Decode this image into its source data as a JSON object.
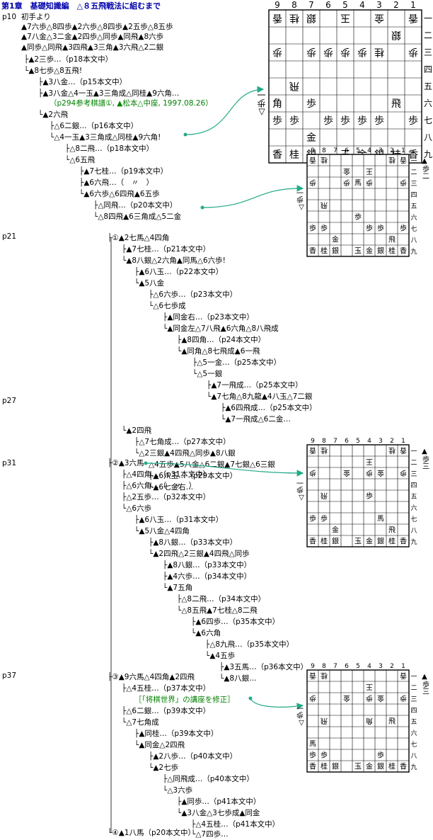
{
  "title": "第1章　基礎知識編　△８五飛戦法に組むまで",
  "page_markers": [
    {
      "text": "p10"
    },
    {
      "text": "p21"
    },
    {
      "text": "p27"
    },
    {
      "text": "p31"
    },
    {
      "text": "p37"
    }
  ],
  "tree_lines": [
    {
      "text": "初手より"
    },
    {
      "text": "▲7六歩△8四歩▲2六歩△8四歩▲2五歩△8五歩"
    },
    {
      "text": "▲7八金△3二金▲2四歩△同歩▲同飛▲8六歩"
    },
    {
      "text": "▲同歩△同飛▲3四飛▲3三角▲3六飛△2二銀"
    },
    {
      "text": "├▲2三歩…（p18本文中）"
    },
    {
      "text": "└▲8七歩△8五飛!"
    },
    {
      "text": "├▲3八金…（p15本文中）"
    },
    {
      "text": "├▲3八金△4一玉▲3三角成△同桂▲9六角…"
    },
    {
      "text": "（p294参考棋譜①, ▲松本△中座, 1997.08.26）"
    },
    {
      "text": "└▲2六飛"
    },
    {
      "text": "├△6二銀…（p16本文中）"
    },
    {
      "text": "└△4一玉▲3三角成△同桂▲9六角!"
    },
    {
      "text": "├△8二飛…（p18本文中）"
    },
    {
      "text": "└△6五飛"
    },
    {
      "text": "├▲7七桂…（p19本文中）"
    },
    {
      "text": "├▲6六飛…（　〃　）"
    },
    {
      "text": "└▲6六歩△6四飛▲6五歩"
    },
    {
      "text": "├△同飛…（p20本文中）"
    },
    {
      "text": "└△8四飛▲6三角成△5二金"
    },
    {
      "text": "├①▲2七馬△4四角"
    },
    {
      "text": "├▲7七桂…（p21本文中）"
    },
    {
      "text": "└▲8八銀△2六角▲同馬△6六歩!"
    },
    {
      "text": "├▲6八玉…（p22本文中）"
    },
    {
      "text": "└▲5八金"
    },
    {
      "text": "├△6六歩…（p23本文中）"
    },
    {
      "text": "└△6七歩成"
    },
    {
      "text": "├▲同金右…（p23本文中）"
    },
    {
      "text": "└▲同金左△7八飛▲6六角△8八飛成"
    },
    {
      "text": "├▲8四角…（p24本文中）"
    },
    {
      "text": "└▲同角△8七飛成▲6一飛"
    },
    {
      "text": "├△5一金…（p25本文中）"
    },
    {
      "text": "└△5一銀"
    },
    {
      "text": "├▲7一飛成…（p25本文中）"
    },
    {
      "text": "└▲7七角△8九龍▲4八玉△7二銀"
    },
    {
      "text": "├▲6四飛成…（p25本文中）"
    },
    {
      "text": "└▲7一飛成△6二金…"
    },
    {
      "text": "└▲2四飛"
    },
    {
      "text": "├△7七角成…（p27本文中）"
    },
    {
      "text": "└△2三銀▲4四飛△同歩▲8八銀"
    },
    {
      "text": "△4五歩▲5八金△6二銀▲7七銀△6三銀"
    },
    {
      "text": "├▲6八玉…（p29本文中）"
    },
    {
      "text": "└▲6七金右…"
    },
    {
      "text": "├②▲3六馬"
    },
    {
      "text": "├△4四角…（p31本文中）"
    },
    {
      "text": "├△6六角…（　〃　）"
    },
    {
      "text": "├△2五歩…（p32本文中）"
    },
    {
      "text": "└△6六歩"
    },
    {
      "text": "├▲6八玉…（p31本文中）"
    },
    {
      "text": "└▲5八金△4四角"
    },
    {
      "text": "├▲8八銀…（p33本文中）"
    },
    {
      "text": "└▲2四飛△2三銀▲4四飛△同歩"
    },
    {
      "text": "├▲8八銀…（p33本文中）"
    },
    {
      "text": "├▲4六歩…（p34本文中）"
    },
    {
      "text": "└▲7五角"
    },
    {
      "text": "├△8二飛…（p34本文中）"
    },
    {
      "text": "└△8五飛▲7七桂△8二飛"
    },
    {
      "text": "├▲6四歩…（p35本文中）"
    },
    {
      "text": "└▲6六角"
    },
    {
      "text": "├△8九飛…（p35本文中）"
    },
    {
      "text": "└▲4五歩"
    },
    {
      "text": "├▲3五馬…（p36本文中）"
    },
    {
      "text": "└▲8八銀…"
    },
    {
      "text": "├③▲9六馬△4四角▲2四飛"
    },
    {
      "text": "├△4五桂…（p37本文中）"
    },
    {
      "text": "［「将棋世界」の講座を修正］"
    },
    {
      "text": "├△6二銀…（p39本文中）"
    },
    {
      "text": "└△7七角成"
    },
    {
      "text": "├▲同桂…（p39本文中）"
    },
    {
      "text": "└▲同金△2四飛"
    },
    {
      "text": "├▲2八歩…（p40本文中）"
    },
    {
      "text": "└▲2七歩"
    },
    {
      "text": "├△同飛成…（p40本文中）"
    },
    {
      "text": "└△3六歩"
    },
    {
      "text": "├▲同歩…（p41本文中）"
    },
    {
      "text": "└▲3八金△3七歩成▲同金"
    },
    {
      "text": "├△4五桂…（p41本文中）"
    },
    {
      "text": "└△7四歩…"
    },
    {
      "text": "└④▲1八馬（p20本文中）"
    }
  ],
  "board_files": [
    "9",
    "8",
    "7",
    "6",
    "5",
    "4",
    "3",
    "2",
    "1"
  ],
  "board_ranks": [
    "一",
    "二",
    "三",
    "四",
    "五",
    "六",
    "七",
    "八",
    "九"
  ],
  "boards": [
    {
      "sente_hand": "▲歩二",
      "gote_hand": "△歩一",
      "cells": [
        [
          "香",
          "桂",
          "銀",
          "",
          "玉",
          "",
          "金",
          "",
          "香"
        ],
        [
          "",
          "",
          "",
          "",
          "",
          "",
          "",
          "銀",
          ""
        ],
        [
          "歩",
          "",
          "歩",
          "歩",
          "歩",
          "歩",
          "桂",
          "",
          "歩"
        ],
        [
          "",
          "",
          "",
          "",
          "",
          "",
          "",
          "",
          ""
        ],
        [
          "",
          "飛",
          "",
          "",
          "",
          "",
          "",
          "",
          ""
        ],
        [
          "角",
          "",
          "歩",
          "",
          "",
          "",
          "",
          "飛",
          ""
        ],
        [
          "歩",
          "歩",
          "",
          "歩",
          "歩",
          "歩",
          "歩",
          "",
          "歩"
        ],
        [
          "",
          "",
          "金",
          "",
          "",
          "",
          "",
          "",
          ""
        ],
        [
          "香",
          "桂",
          "銀",
          "",
          "玉",
          "金",
          "銀",
          "桂",
          "香"
        ]
      ],
      "gote": [
        [
          1,
          1,
          1,
          0,
          1,
          0,
          1,
          0,
          1
        ],
        [
          0,
          0,
          0,
          0,
          0,
          0,
          0,
          1,
          0
        ],
        [
          1,
          0,
          1,
          1,
          1,
          1,
          1,
          0,
          1
        ],
        [
          0,
          0,
          0,
          0,
          0,
          0,
          0,
          0,
          0
        ],
        [
          0,
          1,
          0,
          0,
          0,
          0,
          0,
          0,
          0
        ],
        [
          0,
          0,
          0,
          0,
          0,
          0,
          0,
          0,
          0
        ],
        [
          0,
          0,
          0,
          0,
          0,
          0,
          0,
          0,
          0
        ],
        [
          0,
          0,
          0,
          0,
          0,
          0,
          0,
          0,
          0
        ],
        [
          0,
          0,
          0,
          0,
          0,
          0,
          0,
          0,
          0
        ]
      ]
    },
    {
      "sente_hand": "▲歩二",
      "gote_hand": "△歩一",
      "cells": [
        [
          "香",
          "桂",
          "",
          "",
          "",
          "",
          "",
          "桂",
          "香"
        ],
        [
          "",
          "",
          "",
          "金",
          "",
          "王",
          "",
          "",
          ""
        ],
        [
          "歩",
          "",
          "",
          "歩",
          "馬",
          "歩",
          "",
          "",
          "歩"
        ],
        [
          "",
          "",
          "",
          "",
          "",
          "",
          "",
          "",
          ""
        ],
        [
          "",
          "飛",
          "",
          "",
          "",
          "",
          "",
          "",
          ""
        ],
        [
          "",
          "",
          "",
          "",
          "歩",
          "",
          "",
          "",
          ""
        ],
        [
          "歩",
          "歩",
          "",
          "",
          "",
          "歩",
          "歩",
          "",
          "歩"
        ],
        [
          "",
          "",
          "金",
          "",
          "",
          "",
          "",
          "飛",
          ""
        ],
        [
          "香",
          "桂",
          "銀",
          "",
          "玉",
          "金",
          "銀",
          "桂",
          "香"
        ]
      ],
      "gote": [
        [
          1,
          1,
          0,
          0,
          0,
          0,
          0,
          1,
          1
        ],
        [
          0,
          0,
          0,
          1,
          0,
          1,
          0,
          0,
          0
        ],
        [
          1,
          0,
          0,
          1,
          0,
          1,
          0,
          0,
          1
        ],
        [
          0,
          0,
          0,
          0,
          0,
          0,
          0,
          0,
          0
        ],
        [
          0,
          1,
          0,
          0,
          0,
          0,
          0,
          0,
          0
        ],
        [
          0,
          0,
          0,
          0,
          0,
          0,
          0,
          0,
          0
        ],
        [
          0,
          0,
          0,
          0,
          0,
          0,
          0,
          0,
          0
        ],
        [
          0,
          0,
          0,
          0,
          0,
          0,
          0,
          0,
          0
        ],
        [
          0,
          0,
          0,
          0,
          0,
          0,
          0,
          0,
          0
        ]
      ]
    },
    {
      "sente_hand": "▲歩三",
      "gote_hand": "△歩一",
      "cells": [
        [
          "香",
          "桂",
          "",
          "",
          "",
          "",
          "",
          "桂",
          "香"
        ],
        [
          "",
          "",
          "",
          "",
          "",
          "王",
          "",
          "",
          ""
        ],
        [
          "歩",
          "",
          "",
          "金",
          "",
          "歩",
          "金",
          "",
          "歩"
        ],
        [
          "",
          "",
          "",
          "",
          "",
          "",
          "",
          "",
          ""
        ],
        [
          "",
          "飛",
          "",
          "",
          "",
          "歩",
          "",
          "",
          ""
        ],
        [
          "",
          "",
          "",
          "",
          "",
          "",
          "",
          "",
          ""
        ],
        [
          "歩",
          "歩",
          "",
          "",
          "",
          "",
          "馬",
          "",
          ""
        ],
        [
          "",
          "",
          "金",
          "",
          "",
          "",
          "",
          "飛",
          ""
        ],
        [
          "香",
          "桂",
          "銀",
          "",
          "玉",
          "金",
          "銀",
          "桂",
          "香"
        ]
      ],
      "gote": [
        [
          1,
          1,
          0,
          0,
          0,
          0,
          0,
          1,
          1
        ],
        [
          0,
          0,
          0,
          0,
          0,
          1,
          0,
          0,
          0
        ],
        [
          1,
          0,
          0,
          1,
          0,
          1,
          1,
          0,
          1
        ],
        [
          0,
          0,
          0,
          0,
          0,
          0,
          0,
          0,
          0
        ],
        [
          0,
          1,
          0,
          0,
          0,
          0,
          0,
          0,
          0
        ],
        [
          0,
          0,
          0,
          0,
          0,
          0,
          0,
          0,
          0
        ],
        [
          0,
          0,
          0,
          0,
          0,
          0,
          0,
          0,
          0
        ],
        [
          0,
          0,
          0,
          0,
          0,
          0,
          0,
          0,
          0
        ],
        [
          0,
          0,
          0,
          0,
          0,
          0,
          0,
          0,
          0
        ]
      ]
    },
    {
      "sente_hand": "▲歩三",
      "gote_hand": "△歩一",
      "cells": [
        [
          "香",
          "桂",
          "",
          "",
          "",
          "",
          "",
          "",
          "香"
        ],
        [
          "",
          "",
          "",
          "",
          "",
          "王",
          "",
          "",
          ""
        ],
        [
          "歩",
          "",
          "",
          "金",
          "",
          "歩",
          "金",
          "",
          "歩"
        ],
        [
          "",
          "",
          "",
          "",
          "",
          "",
          "",
          "",
          ""
        ],
        [
          "",
          "飛",
          "",
          "",
          "",
          "角",
          "",
          "飛",
          ""
        ],
        [
          "",
          "",
          "",
          "",
          "",
          "",
          "",
          "",
          ""
        ],
        [
          "馬",
          "",
          "",
          "",
          "",
          "",
          "",
          "",
          ""
        ],
        [
          "歩",
          "歩",
          "",
          "",
          "",
          "",
          "歩",
          "",
          ""
        ],
        [
          "香",
          "桂",
          "銀",
          "",
          "玉",
          "金",
          "銀",
          "桂",
          "香"
        ]
      ],
      "gote": [
        [
          1,
          1,
          0,
          0,
          0,
          0,
          0,
          0,
          1
        ],
        [
          0,
          0,
          0,
          0,
          0,
          1,
          0,
          0,
          0
        ],
        [
          1,
          0,
          0,
          1,
          0,
          1,
          1,
          0,
          1
        ],
        [
          0,
          0,
          0,
          0,
          0,
          0,
          0,
          0,
          0
        ],
        [
          0,
          1,
          0,
          0,
          0,
          1,
          0,
          0,
          0
        ],
        [
          0,
          0,
          0,
          0,
          0,
          0,
          0,
          0,
          0
        ],
        [
          0,
          0,
          0,
          0,
          0,
          0,
          0,
          0,
          0
        ],
        [
          0,
          0,
          0,
          0,
          0,
          0,
          0,
          0,
          0
        ],
        [
          0,
          0,
          0,
          0,
          0,
          0,
          0,
          0,
          0
        ]
      ]
    }
  ]
}
